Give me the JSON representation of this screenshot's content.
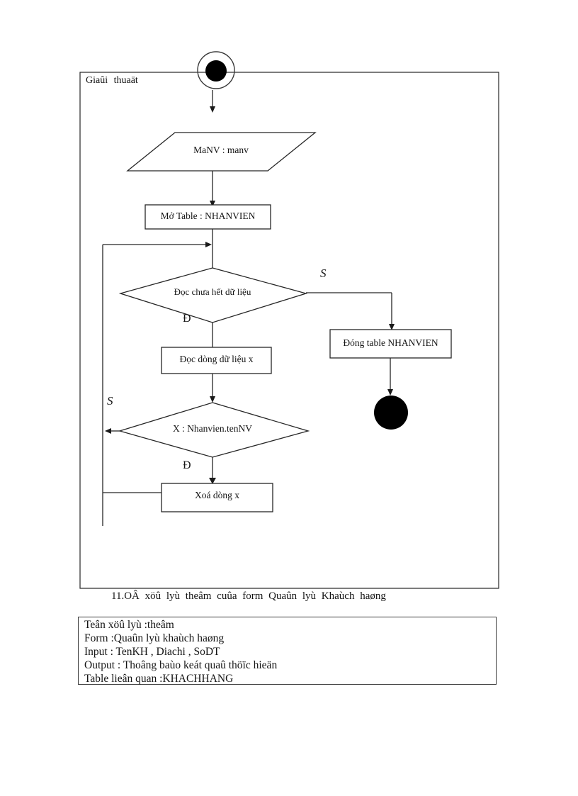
{
  "flowchart": {
    "label": "Giaûi thuaät",
    "nodes": {
      "input": "MaNV : manv",
      "open_table": "Mở Table : NHANVIEN",
      "decision_read": "Đọc chưa hết dữ liệu",
      "read_row": "Đọc dòng dữ liệu x",
      "close_table": "Đóng table NHANVIEN",
      "decision_match": "X : Nhanvien.tenNV",
      "delete_row": "Xoá dòng x"
    },
    "branch_labels": {
      "read_yes": "Đ",
      "read_no": "S",
      "match_yes": "Đ",
      "match_no": "S"
    },
    "colors": {
      "line": "#262626",
      "fill": "#ffffff",
      "node_fill": "#000000"
    }
  },
  "caption": "11.OÂ xöû lyù theâm  cuûa form  Quaûn lyù  Khaùch  haøng",
  "spec_box": {
    "lines": [
      "Teân xöû lyù :theâm",
      "Form :Quaûn  lyù  khaùch  haøng",
      "Input : TenKH , Diachi  , SoDT",
      "Output : Thoâng  baùo  keát  quaû  thöïc  hieän",
      "Table lieân  quan :KHACHHANG"
    ]
  }
}
